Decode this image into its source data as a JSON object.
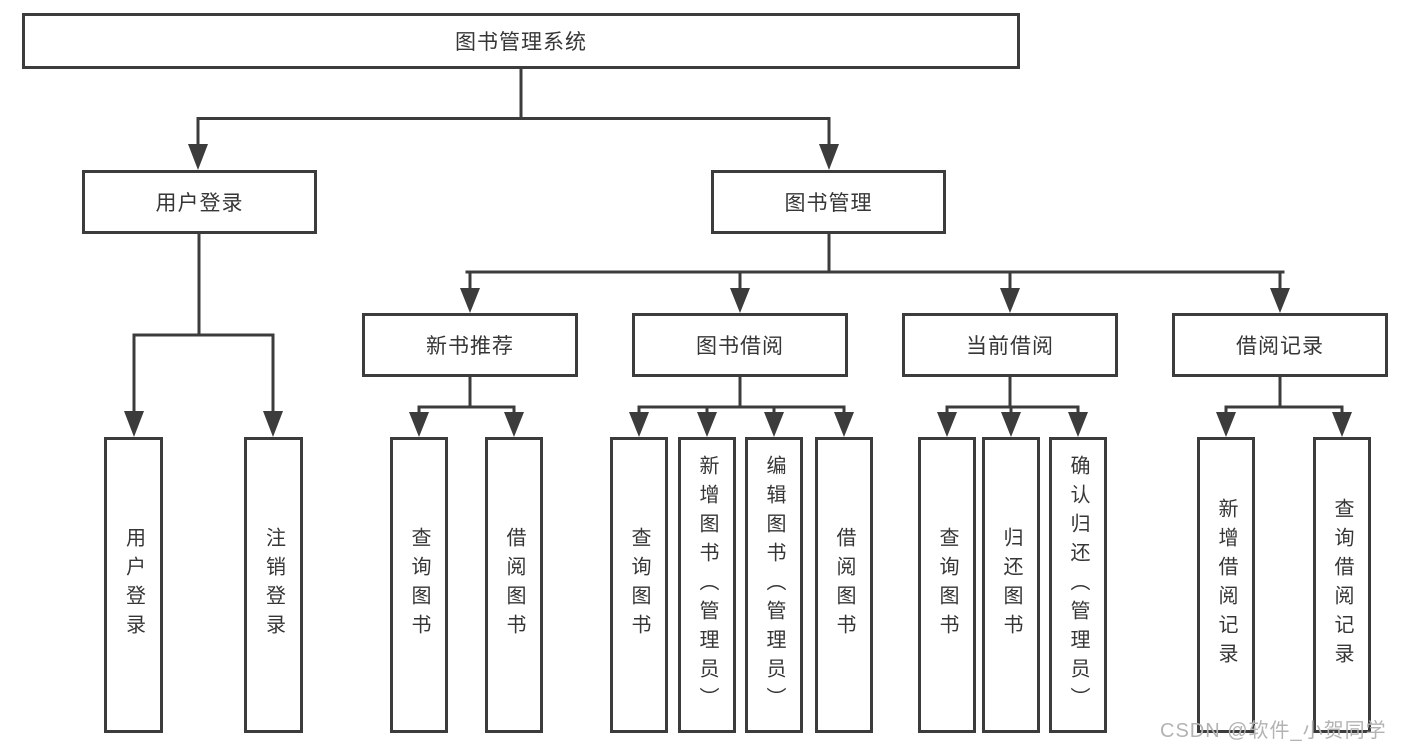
{
  "diagram": {
    "root": {
      "label": "图书管理系统"
    },
    "user_login": {
      "label": "用户登录",
      "children": [
        {
          "label": "用户登录"
        },
        {
          "label": "注销登录"
        }
      ]
    },
    "book_mgmt": {
      "label": "图书管理",
      "children": [
        {
          "label": "新书推荐",
          "children": [
            {
              "label": "查询图书"
            },
            {
              "label": "借阅图书"
            }
          ]
        },
        {
          "label": "图书借阅",
          "children": [
            {
              "label": "查询图书"
            },
            {
              "label": "新增图书（管理员）"
            },
            {
              "label": "编辑图书（管理员）"
            },
            {
              "label": "借阅图书"
            }
          ]
        },
        {
          "label": "当前借阅",
          "children": [
            {
              "label": "查询图书"
            },
            {
              "label": "归还图书"
            },
            {
              "label": "确认归还（管理员）"
            }
          ]
        },
        {
          "label": "借阅记录",
          "children": [
            {
              "label": "新增借阅记录"
            },
            {
              "label": "查询借阅记录"
            }
          ]
        }
      ]
    },
    "watermark": {
      "text": "CSDN @软件_小贺同学"
    },
    "colors": {
      "line": "#3c3c3c",
      "text": "#363636",
      "watermark": "#b3b3b3",
      "background": "#ffffff"
    }
  }
}
